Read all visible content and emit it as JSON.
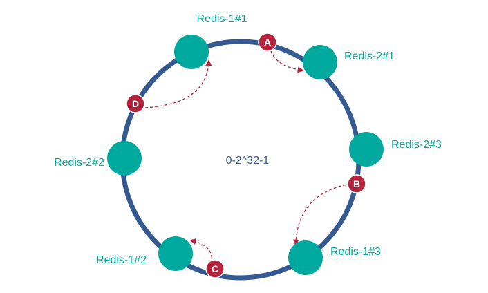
{
  "colors": {
    "ring": "#355a92",
    "node": "#00a99d",
    "node_label": "#00a99d",
    "key": "#b3243c",
    "key_text": "#ffffff",
    "arrow": "#b3243c",
    "ring_label": "#355a92"
  },
  "ring": {
    "label": "0-2^32-1"
  },
  "nodes": [
    {
      "id": "r1n1",
      "label": "Redis-1#1"
    },
    {
      "id": "r2n1",
      "label": "Redis-2#1"
    },
    {
      "id": "r2n3",
      "label": "Redis-2#3"
    },
    {
      "id": "r1n3",
      "label": "Redis-1#3"
    },
    {
      "id": "r1n2",
      "label": "Redis-1#2"
    },
    {
      "id": "r2n2",
      "label": "Redis-2#2"
    }
  ],
  "keys": [
    {
      "id": "a",
      "letter": "A",
      "maps_to": "Redis-2#1"
    },
    {
      "id": "b",
      "letter": "B",
      "maps_to": "Redis-1#3"
    },
    {
      "id": "c",
      "letter": "C",
      "maps_to": "Redis-1#2"
    },
    {
      "id": "d",
      "letter": "D",
      "maps_to": "Redis-1#1"
    }
  ]
}
